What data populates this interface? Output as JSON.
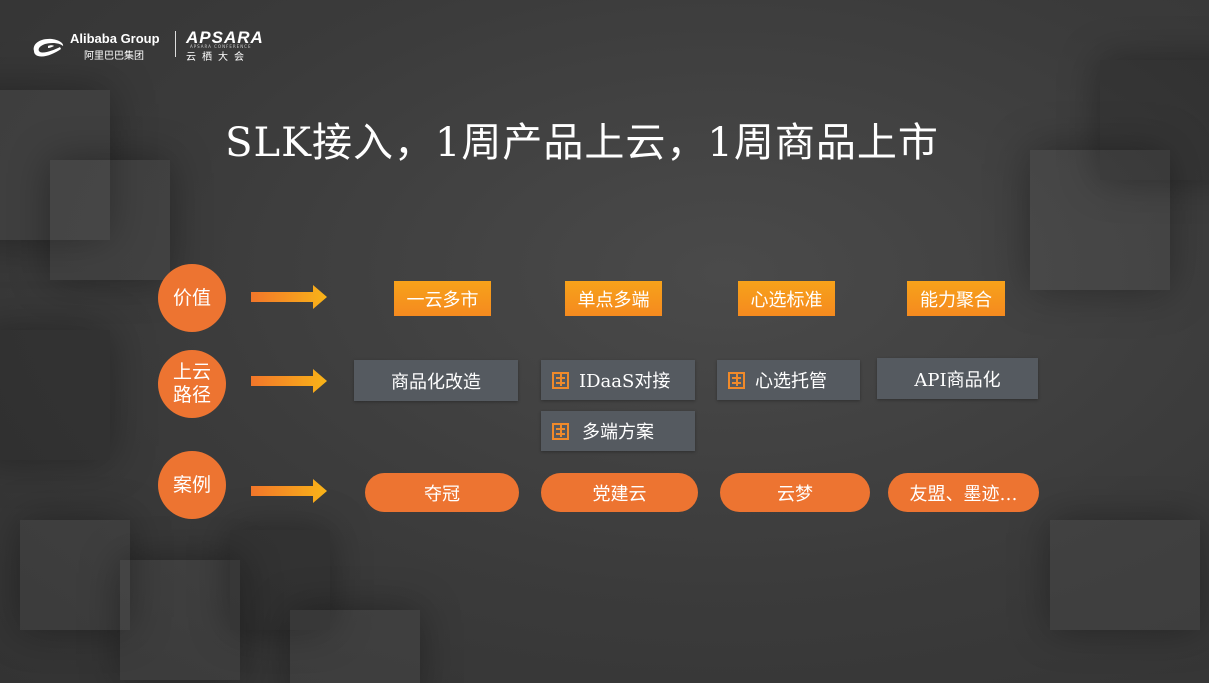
{
  "header": {
    "alibaba_en": "Alibaba Group",
    "alibaba_cn": "阿里巴巴集团",
    "apsara_en": "APSARA",
    "apsara_sub": "APSARA CONFERENCE",
    "apsara_cn": "云栖大会"
  },
  "title": "SLK接入，1周产品上云，1周商品上市",
  "rows": {
    "value_label": "价值",
    "path_label": "上云路径",
    "case_label": "案例"
  },
  "value_tags": [
    "一云多市",
    "单点多端",
    "心选标准",
    "能力聚合"
  ],
  "path_items": [
    "商品化改造",
    "IDaaS对接",
    "多端方案",
    "心选托管",
    "API商品化"
  ],
  "cases": [
    "夺冠",
    "党建云",
    "云梦",
    "友盟、墨迹…"
  ],
  "colors": {
    "accent_orange": "#ed7431",
    "tag_orange": "#f7a21a",
    "box_gray": "#555a60",
    "background": "#3a3a3a"
  }
}
